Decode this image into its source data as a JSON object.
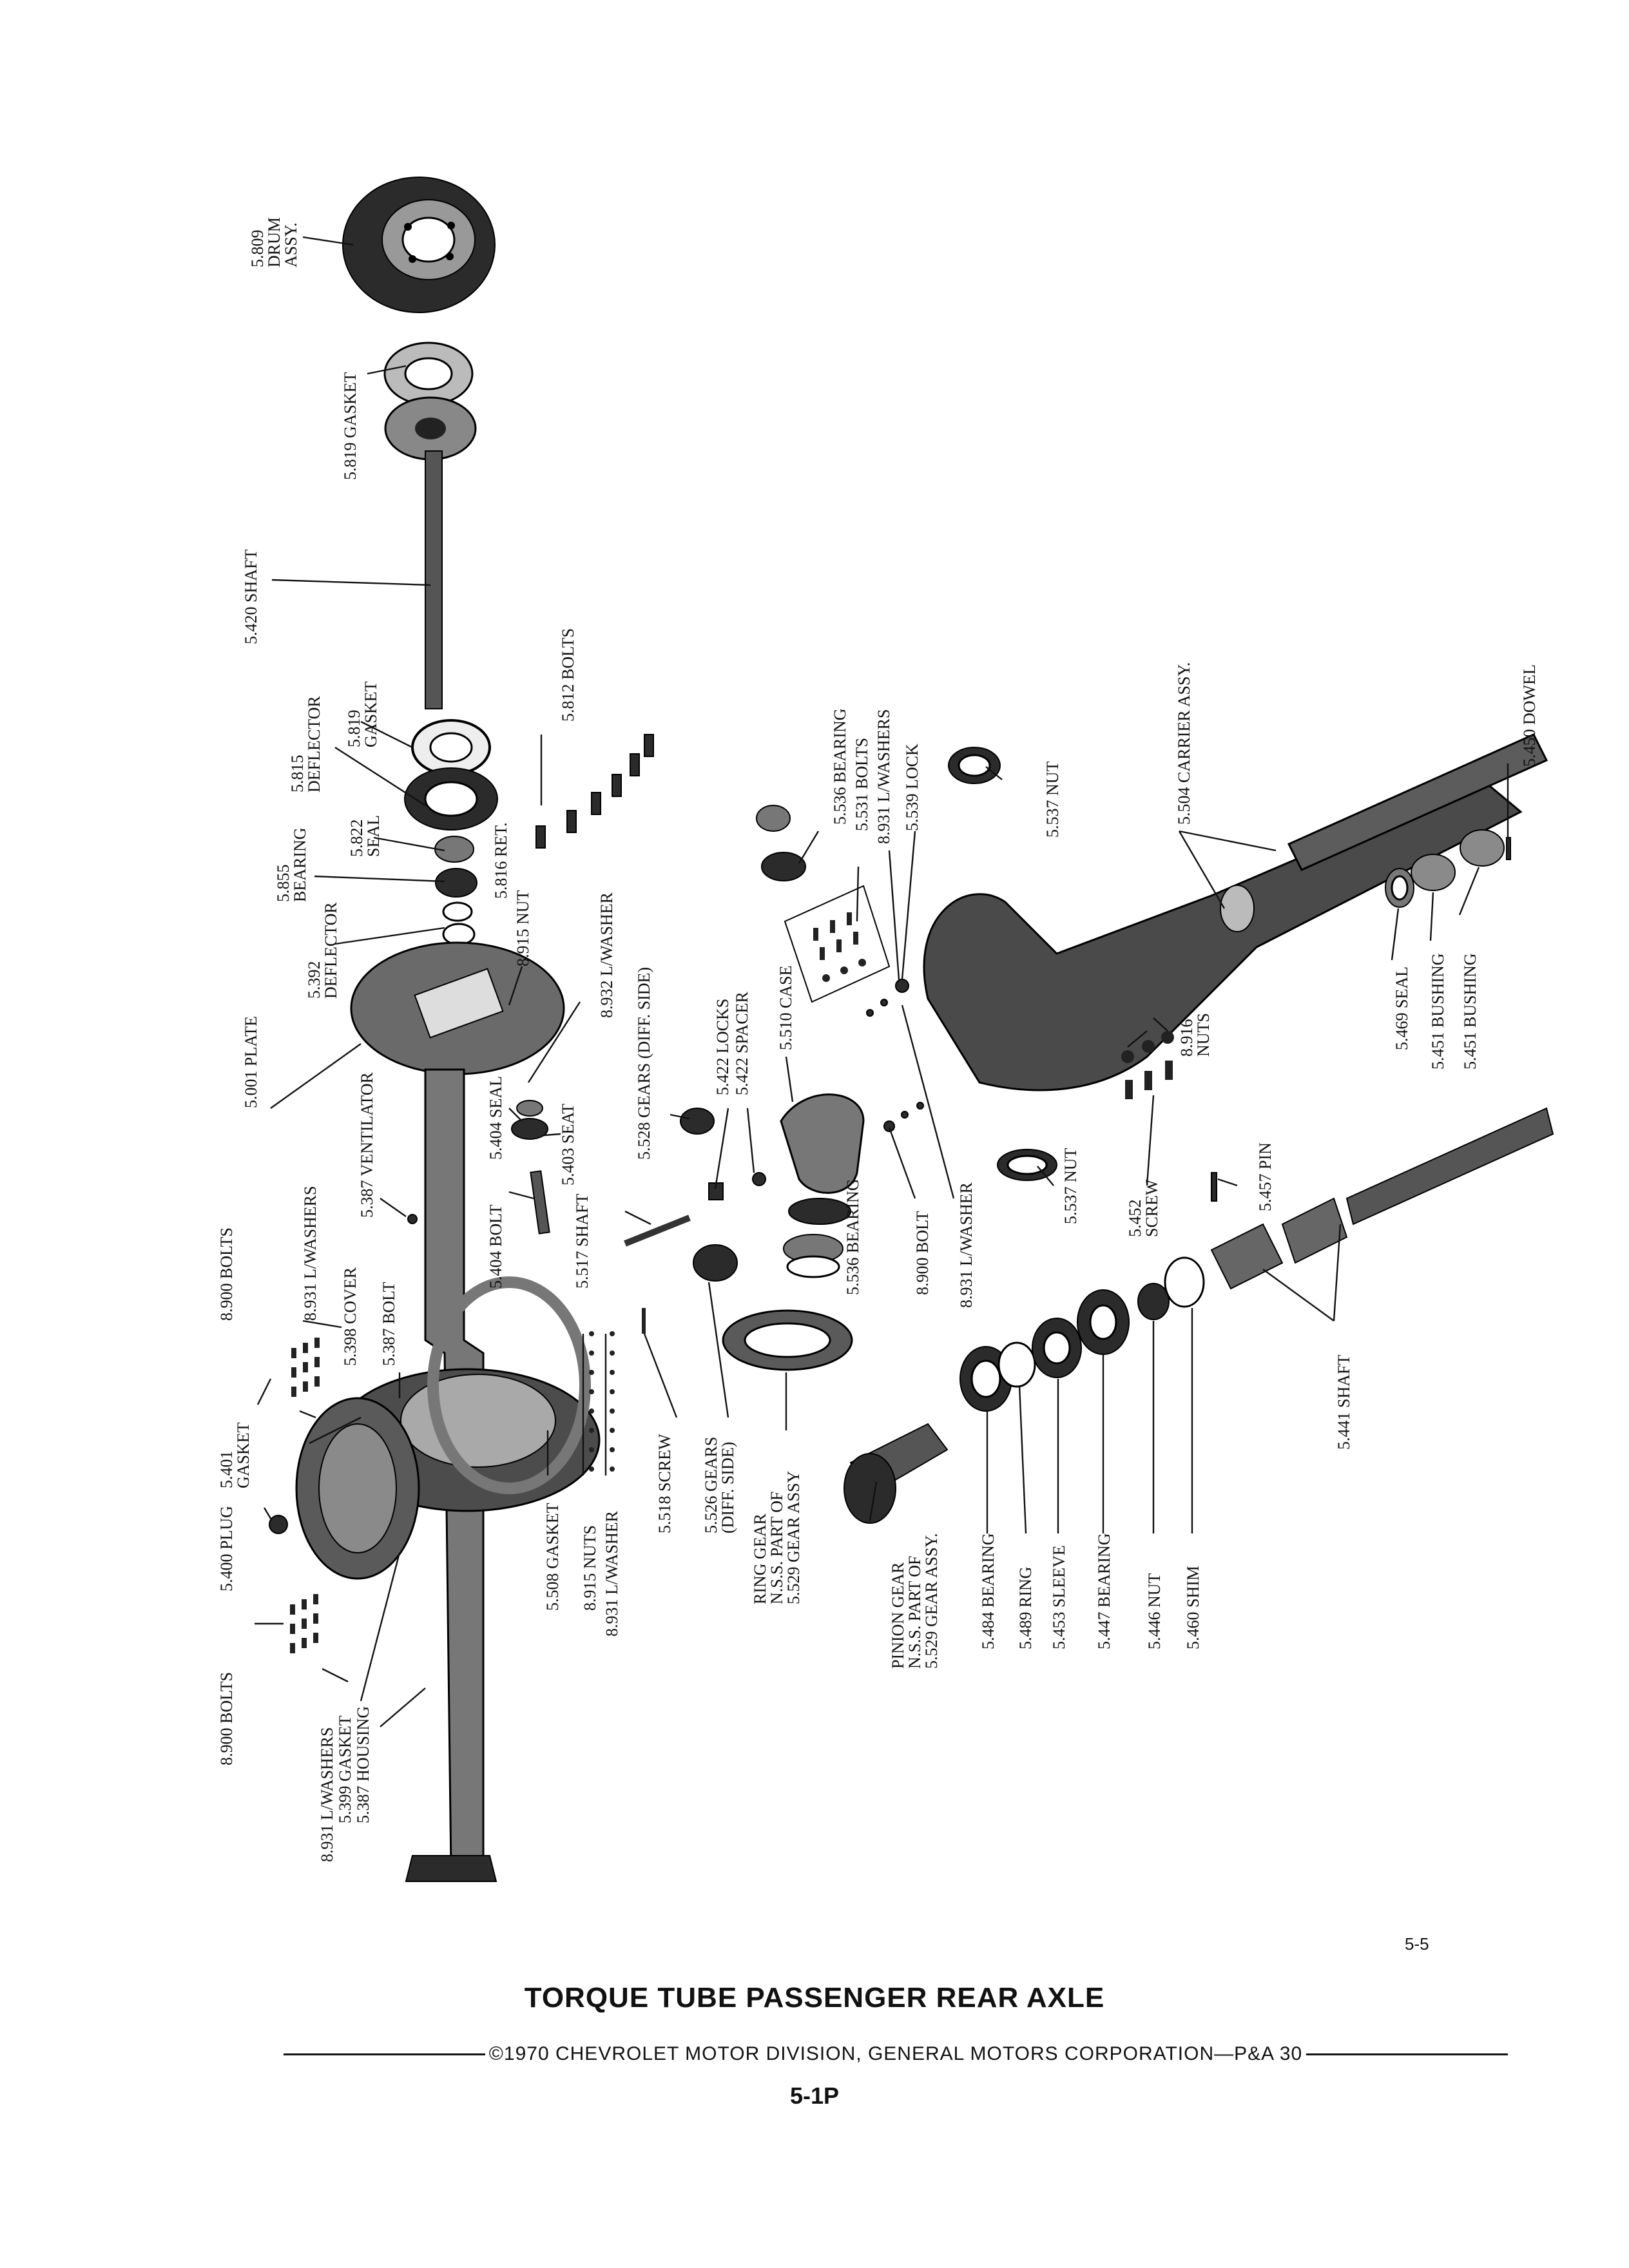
{
  "page_number": "5-5",
  "title": "TORQUE TUBE PASSENGER REAR AXLE",
  "copyright": "©1970 CHEVROLET MOTOR DIVISION, GENERAL MOTORS CORPORATION—P&A 30",
  "plate_id": "5-1P",
  "labels": {
    "drum": "5.809",
    "drum2": "DRUM",
    "drum3": "ASSY.",
    "gasket_a": "5.819 GASKET",
    "shaft_axle": "5.420 SHAFT",
    "deflector_a1": "5.815",
    "deflector_a2": "DEFLECTOR",
    "gasket_b1": "5.819",
    "gasket_b2": "GASKET",
    "bolts_812": "5.812 BOLTS",
    "seal_822_1": "5.822",
    "seal_822_2": "SEAL",
    "bearing_855_1": "5.855",
    "bearing_855_2": "BEARING",
    "ret_816": "5.816 RET.",
    "deflector_b1": "5.392",
    "deflector_b2": "DEFLECTOR",
    "plate": "5.001 PLATE",
    "nut_915": "8.915 NUT",
    "lwasher_932": "8.932 L/WASHER",
    "ventilator": "5.387 VENTILATOR",
    "seal_404": "5.404 SEAL",
    "seat_403": "5.403 SEAT",
    "bolt_404": "5.404 BOLT",
    "bolt_387": "5.387 BOLT",
    "cover": "5.398 COVER",
    "lwashers_931a": "8.931 L/WASHERS",
    "bolts_900a": "8.900 BOLTS",
    "gasket_401_1": "5.401",
    "gasket_401_2": "GASKET",
    "plug": "5.400 PLUG",
    "bolts_900b": "8.900 BOLTS",
    "lwashers_931b": "8.931 L/WASHERS",
    "gasket_399": "5.399 GASKET",
    "housing": "5.387 HOUSING",
    "gasket_508": "5.508 GASKET",
    "nuts_915": "8.915 NUTS",
    "lwasher_931c": "8.931 L/WASHER",
    "screw_518": "5.518 SCREW",
    "gears_526_1": "5.526 GEARS",
    "gears_526_2": "(DIFF. SIDE)",
    "ring_gear_1": "RING GEAR",
    "ring_gear_2": "N.S.S. PART OF",
    "ring_gear_3": "5.529 GEAR ASSY",
    "shaft_517": "5.517 SHAFT",
    "gears_528": "5.528 GEARS (DIFF. SIDE)",
    "locks_422": "5.422 LOCKS",
    "spacer_422": "5.422 SPACER",
    "case_510": "5.510 CASE",
    "bearing_536a": "5.536 BEARING",
    "bearing_536b": "5.536 BEARING",
    "bolts_531": "5.531 BOLTS",
    "lwashers_931d": "8.931 L/WASHERS",
    "lock_539": "5.539 LOCK",
    "bolt_900": "8.900 BOLT",
    "lwasher_931e": "8.931 L/WASHER",
    "nut_537a": "5.537 NUT",
    "nut_537b": "5.537 NUT",
    "carrier": "5.504 CARRIER ASSY.",
    "dowel": "5.450 DOWEL",
    "seal_469": "5.469 SEAL",
    "bushing_451a": "5.451 BUSHING",
    "bushing_451b": "5.451 BUSHING",
    "nuts_916_1": "8.916",
    "nuts_916_2": "NUTS",
    "screw_452_1": "5.452",
    "screw_452_2": "SCREW",
    "pin_457": "5.457 PIN",
    "shaft_441": "5.441 SHAFT",
    "pinion_1": "PINION GEAR",
    "pinion_2": "N.S.S. PART OF",
    "pinion_3": "5.529 GEAR ASSY.",
    "bearing_484": "5.484 BEARING",
    "ring_489": "5.489 RING",
    "sleeve_453": "5.453 SLEEVE",
    "bearing_447": "5.447 BEARING",
    "nut_446": "5.446 NUT",
    "shim_460": "5.460 SHIM"
  }
}
